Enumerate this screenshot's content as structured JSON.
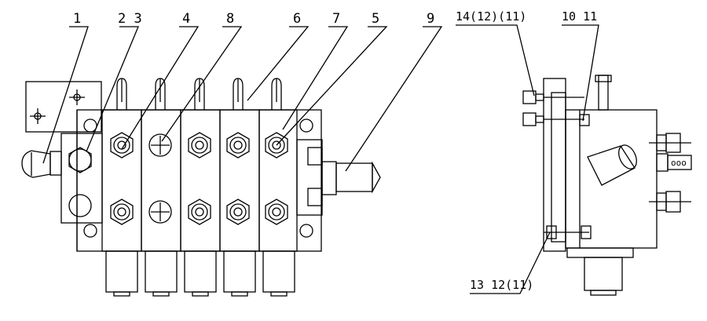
{
  "front_view": {
    "callouts": [
      "1",
      "2 3",
      "4",
      "8",
      "6",
      "7",
      "5",
      "9"
    ]
  },
  "side_view": {
    "callouts": [
      "14(12)(11)",
      "10 11",
      "13 12(11)"
    ]
  }
}
